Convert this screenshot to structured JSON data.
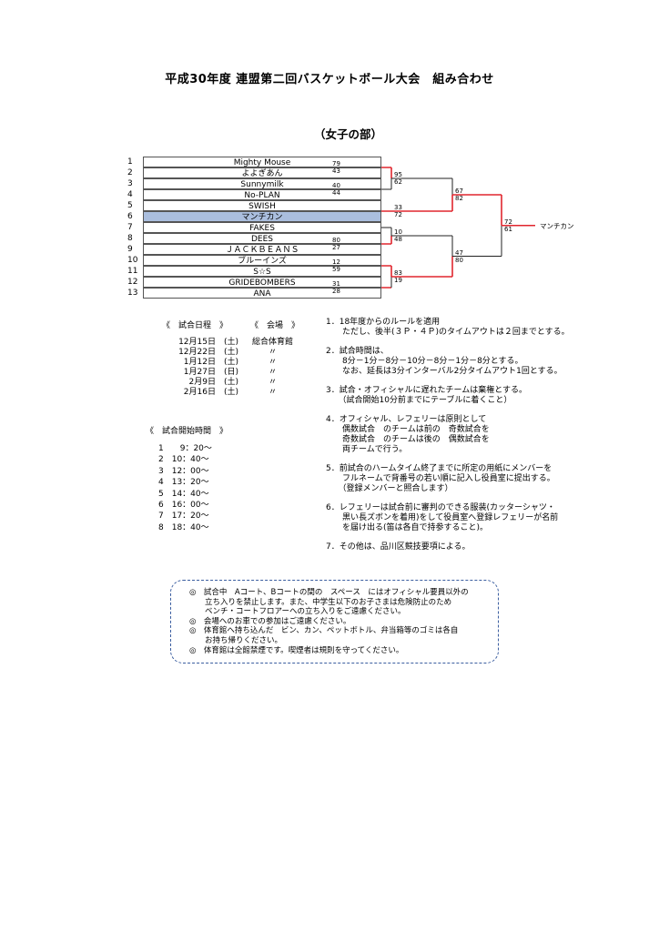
{
  "title": "平成30年度 連盟第二回バスケットボール大会　組み合わせ",
  "subtitle": "（女子の部）",
  "teams": [
    {
      "num": "1",
      "name": "Mighty Mouse",
      "highlight": false
    },
    {
      "num": "2",
      "name": "よよぎあん",
      "highlight": false
    },
    {
      "num": "3",
      "name": "Sunnymilk",
      "highlight": false
    },
    {
      "num": "4",
      "name": "No-PLAN",
      "highlight": false
    },
    {
      "num": "5",
      "name": "SWISH",
      "highlight": false
    },
    {
      "num": "6",
      "name": "マンチカン",
      "highlight": true
    },
    {
      "num": "7",
      "name": "FAKES",
      "highlight": false
    },
    {
      "num": "8",
      "name": "DEES",
      "highlight": false
    },
    {
      "num": "9",
      "name": "ＪＡＣＫＢＥＡＮＳ",
      "highlight": false
    },
    {
      "num": "10",
      "name": "ブルーインズ",
      "highlight": false
    },
    {
      "num": "11",
      "name": "S☆S",
      "highlight": false
    },
    {
      "num": "12",
      "name": "GRIDEBOMBERS",
      "highlight": false
    },
    {
      "num": "13",
      "name": "ANA",
      "highlight": false
    }
  ],
  "scores": {
    "r1_a": [
      "79",
      "43"
    ],
    "r1_b": [
      "40",
      "44"
    ],
    "r1_c": [
      "33",
      "72"
    ],
    "r1_d": [
      "80",
      "27"
    ],
    "r1_e": [
      "12",
      "59"
    ],
    "r1_f": [
      "31",
      "28"
    ],
    "r2_a": [
      "95",
      "62"
    ],
    "r2_b": [
      "10",
      "48"
    ],
    "r2_c": [
      "83",
      "19"
    ],
    "sf_top": [
      "67",
      "82"
    ],
    "sf_bottom": [
      "47",
      "80"
    ],
    "final": [
      "72",
      "61"
    ]
  },
  "winner": "マンチカン",
  "schedule": {
    "date_header": "《　試合日程　》",
    "venue_header": "《　会場　》",
    "rows": [
      {
        "date": "12月15日　(土)",
        "venue": "総合体育館"
      },
      {
        "date": "12月22日　(土)",
        "venue": "〃"
      },
      {
        "date": "1月12日　(土)",
        "venue": "〃"
      },
      {
        "date": "1月27日　(日)",
        "venue": "〃"
      },
      {
        "date": "2月9日　(土)",
        "venue": "〃"
      },
      {
        "date": "2月16日　(土)",
        "venue": "〃"
      }
    ]
  },
  "start_times": {
    "header": "《　試合開始時間　》",
    "rows": [
      "1　　9：20～",
      "2　10：40～",
      "3　12：00～",
      "4　13：20～",
      "5　14：40～",
      "6　16：00～",
      "7　17：20～",
      "8　18：40～"
    ]
  },
  "rules": [
    [
      "1．18年度からのルールを適用",
      "　　ただし、後半(３Ｐ・４Ｐ)のタイムアウトは２回までとする。"
    ],
    [
      "2．試合時間は、",
      "　　8分－1分－8分－10分－8分－1分－8分とする。",
      "　　なお、延長は3分インターバル2分タイムアウト1回とする。"
    ],
    [
      "3．試合・オフィシャルに遅れたチームは棄権とする。",
      "　　（試合開始10分前までにテーブルに着くこと）"
    ],
    [
      "4．オフィシャル、レフェリーは原則として",
      "　　偶数試合　のチームは前の　奇数試合を",
      "　　奇数試合　のチームは後の　偶数試合を",
      "　　両チームで行う。"
    ],
    [
      "5．前試合のハームタイム終了までに所定の用紙にメンバーを",
      "　　フルネームで背番号の若い順に記入し役員室に提出する。",
      "　　（登録メンバーと照合します）"
    ],
    [
      "6．レフェリーは試合前に審判のできる服装(カッターシャツ・",
      "　　黒い長ズボンを着用)をして役員室へ登録レフェリーが名前",
      "　　を届け出る(笛は各自で持参すること)。"
    ],
    [
      "7．その他は、品川区競技要項による。"
    ]
  ],
  "notices": [
    [
      "◎　試合中　Aコート、Bコートの間の　スペース　にはオフィシャル要員以外の",
      "　　立ち入りを禁止します。また、中学生以下のお子さまは危険防止のため",
      "　　ベンチ・コートフロアーへの立ち入りをご遠慮ください。"
    ],
    [
      "◎　会場へのお車での参加はご遠慮ください。"
    ],
    [
      "◎　体育館へ持ち込んだ　ビン、カン、ペットボトル、弁当箱等のゴミは各自",
      "　　お持ち帰りください。"
    ],
    [
      "◎　体育館は全館禁煙です。喫煙者は規則を守ってください。"
    ]
  ],
  "colors": {
    "win_line": "#e0262e",
    "normal_line": "#222222",
    "highlight_box": "#aabede",
    "notice_border": "#3b5ea0"
  }
}
